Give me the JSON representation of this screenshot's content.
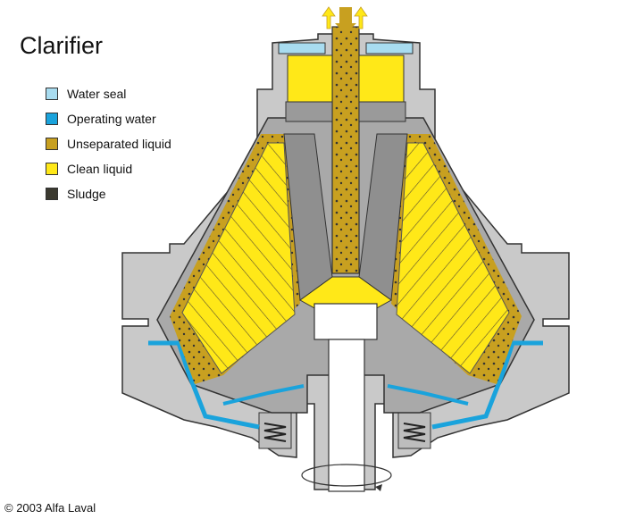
{
  "title": "Clarifier",
  "legend": [
    {
      "label": "Water seal",
      "color": "#a8dcf0"
    },
    {
      "label": "Operating water",
      "color": "#1aa3dc"
    },
    {
      "label": "Unseparated liquid",
      "color": "#c8a020"
    },
    {
      "label": "Clean liquid",
      "color": "#ffe818"
    },
    {
      "label": "Sludge",
      "color": "#3b3a30"
    }
  ],
  "copyright": "© 2003 Alfa Laval",
  "colors": {
    "metal": "#c9c9c9",
    "metal_dark": "#8a8a8a",
    "outline": "#333333"
  }
}
